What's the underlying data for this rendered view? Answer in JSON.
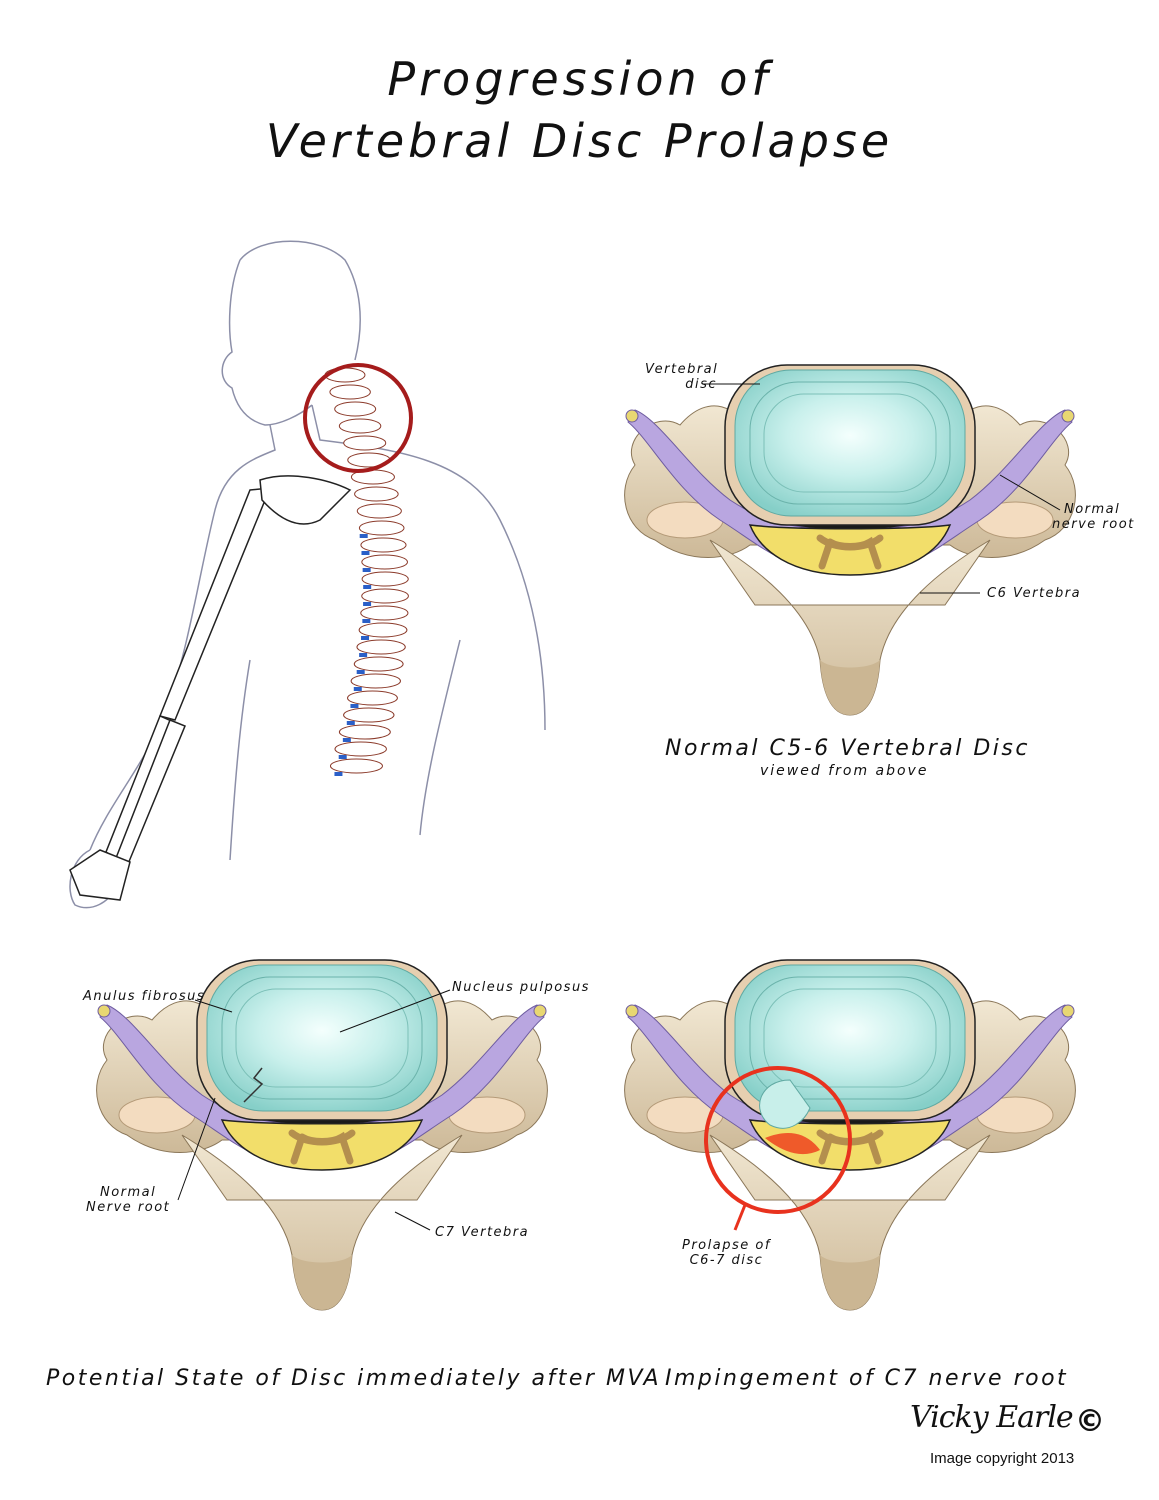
{
  "title": {
    "line1": "Progression of",
    "line2": "Vertebral Disc Prolapse"
  },
  "panel_normal": {
    "label_disc_line1": "Vertebral",
    "label_disc_line2": "disc",
    "label_nerve_line1": "Normal",
    "label_nerve_line2": "nerve root",
    "label_vertebra": "C6 Vertebra",
    "caption": "Normal C5-6 Vertebral Disc",
    "subcaption": "viewed from above"
  },
  "panel_after_mva": {
    "label_anulus": "Anulus fibrosus",
    "label_nucleus": "Nucleus pulposus",
    "label_nerve_line1": "Normal",
    "label_nerve_line2": "Nerve root",
    "label_vertebra": "C7 Vertebra",
    "caption": "Potential State of Disc immediately after MVA"
  },
  "panel_impingement": {
    "label_prolapse_line1": "Prolapse of",
    "label_prolapse_line2": "C6-7 disc",
    "caption": "Impingement of C7 nerve root"
  },
  "credits": {
    "signature": "Vicky Earle",
    "copyright_symbol": "©",
    "copyright": "Image copyright 2013"
  },
  "colors": {
    "disc": "#aee3df",
    "nerve": "#b9a6e0",
    "cord": "#f2de6a",
    "bone": "#e9dcc3",
    "highlight": "#e8321e",
    "circle_dark": "#a51c1c"
  }
}
